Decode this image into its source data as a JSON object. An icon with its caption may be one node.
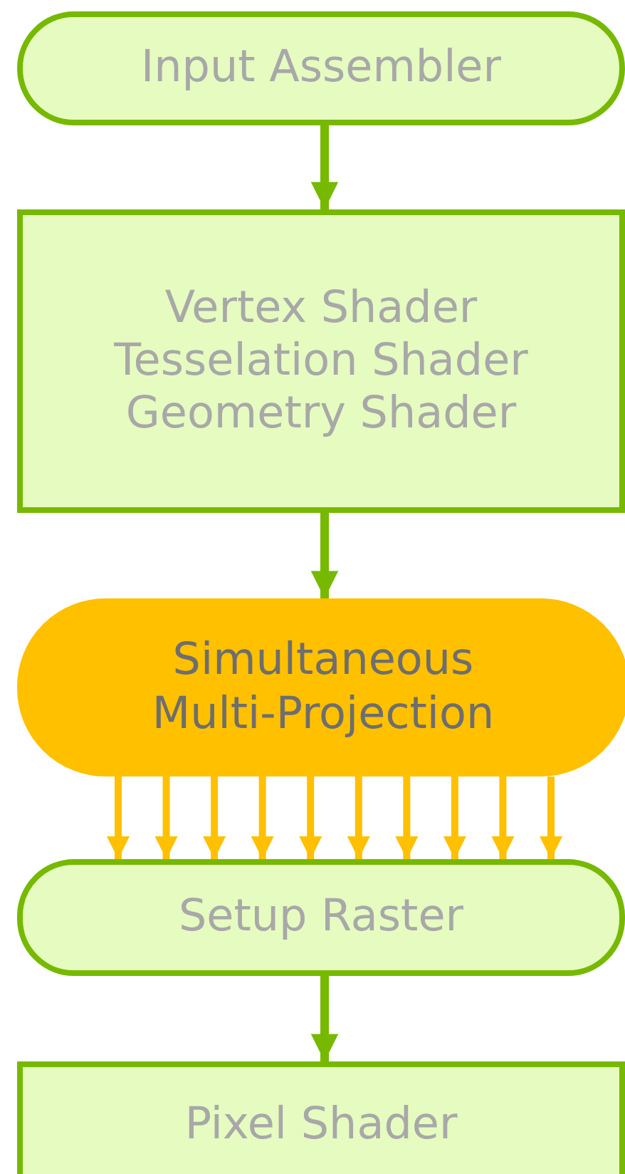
{
  "diagram": {
    "nodes": [
      {
        "text": [
          "Input Assembler"
        ]
      },
      {
        "text": [
          "Vertex Shader",
          "Tesselation Shader",
          "Geometry Shader"
        ]
      },
      {
        "text": [
          "Simultaneous Multi-Projection"
        ]
      },
      {
        "text": [
          "Setup Raster"
        ]
      },
      {
        "text": [
          "Pixel Shader"
        ]
      }
    ],
    "edges": [
      {
        "from": 0,
        "to": 1,
        "arrow": "to",
        "color": "#76b900"
      },
      {
        "from": 1,
        "to": 2,
        "arrow": "to",
        "color": "#76b900"
      },
      {
        "from": 2,
        "to": 3,
        "arrow": "to"
      },
      {
        "from": 2,
        "to": 3,
        "arrow": "to"
      },
      {
        "from": 2,
        "to": 3,
        "arrow": "to"
      },
      {
        "from": 2,
        "to": 3,
        "arrow": "to"
      },
      {
        "from": 2,
        "to": 3,
        "arrow": "to"
      },
      {
        "from": 2,
        "to": 3,
        "arrow": "to"
      },
      {
        "from": 2,
        "to": 3,
        "arrow": "to"
      },
      {
        "from": 2,
        "to": 3,
        "arrow": "to"
      },
      {
        "from": 2,
        "to": 3,
        "arrow": "to"
      },
      {
        "from": 2,
        "to": 3,
        "arrow": "to"
      },
      {
        "from": 3,
        "to": 4,
        "arrow": "to",
        "color": "#76b900"
      }
    ]
  }
}
